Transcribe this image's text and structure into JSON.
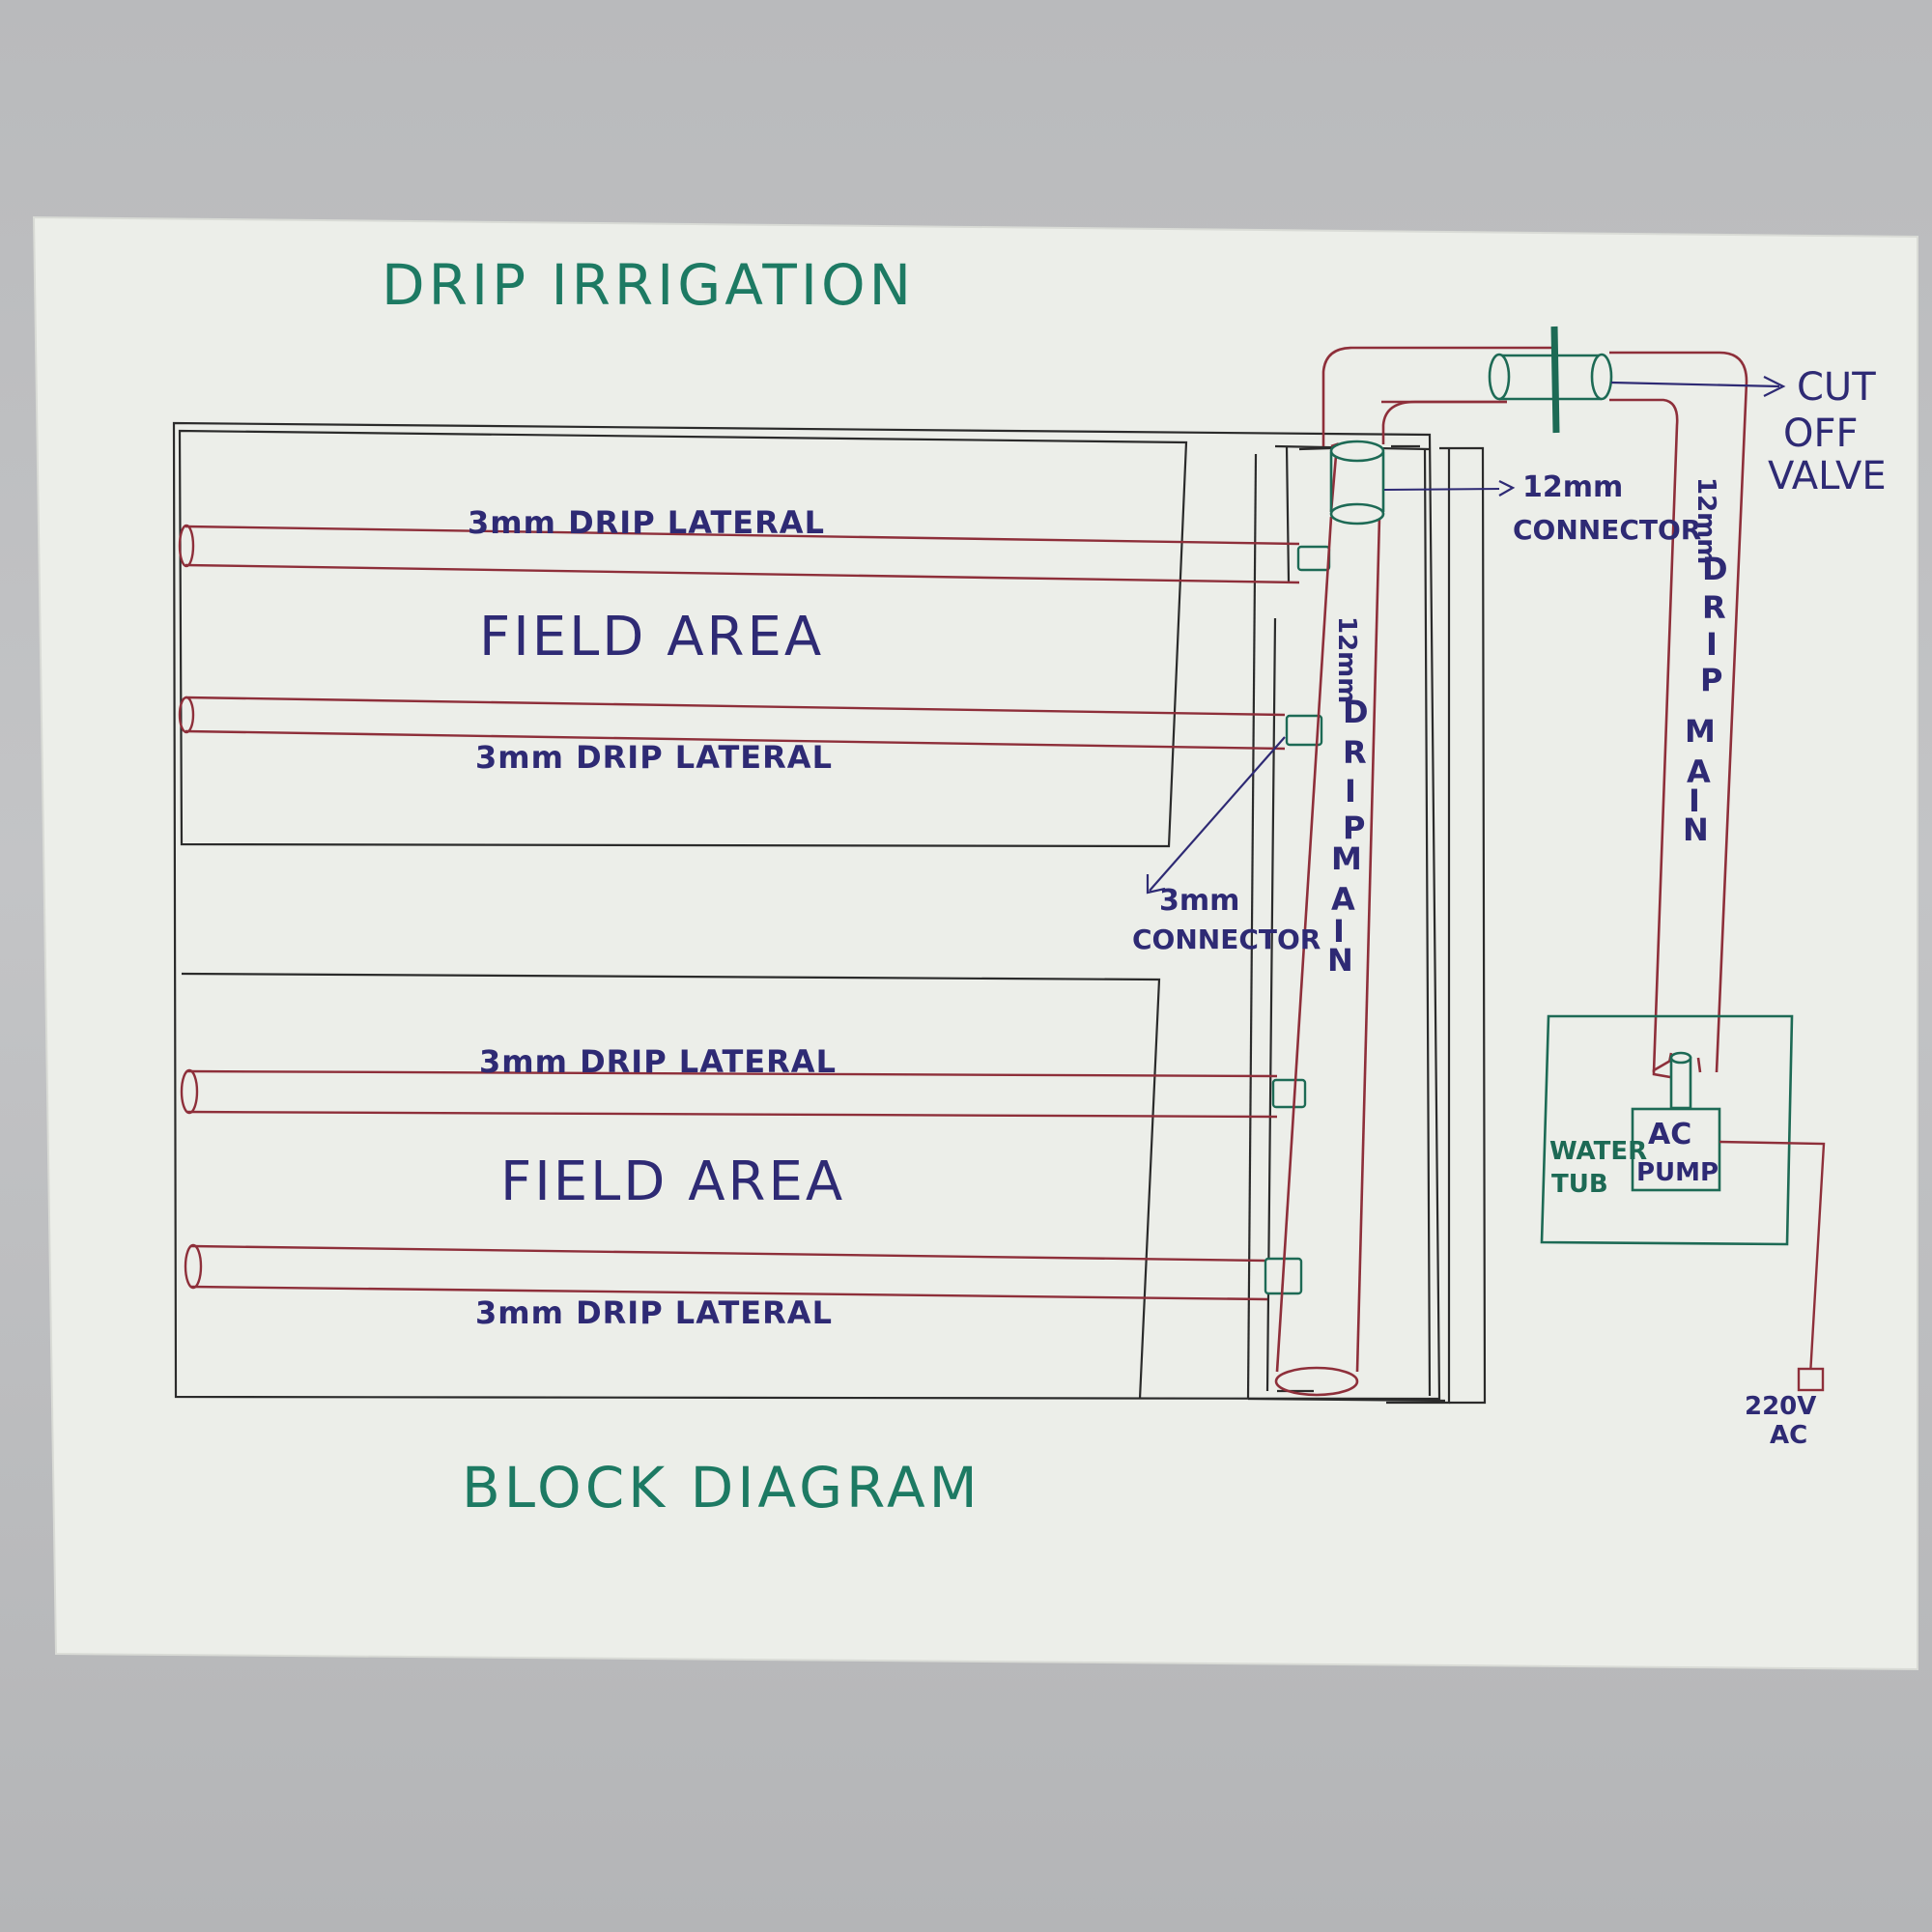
{
  "diagram": {
    "title": "DRIP IRRIGATION",
    "caption": "BLOCK DIAGRAM",
    "field_labels": [
      "FIELD AREA",
      "FIELD AREA"
    ],
    "laterals": [
      {
        "label": "3mm DRIP LATERAL"
      },
      {
        "label": "3mm DRIP LATERAL"
      },
      {
        "label": "3mm DRIP LATERAL"
      },
      {
        "label": "3mm DRIP LATERAL"
      }
    ],
    "connector_3mm": {
      "line1": "3mm",
      "line2": "CONNECTOR"
    },
    "connector_12mm": {
      "line1": "12mm",
      "line2": "CONNECTOR"
    },
    "main_left": {
      "size": "12mm",
      "chars": [
        "D",
        "R",
        "I",
        "P",
        " ",
        "M",
        "A",
        "I",
        "N"
      ]
    },
    "main_right": {
      "size": "12mm",
      "chars": [
        "D",
        "R",
        "I",
        "P",
        " ",
        "M",
        "A",
        "I",
        "N"
      ]
    },
    "cut_off_valve": {
      "line1": "CUT",
      "line2": "OFF",
      "line3": "VALVE"
    },
    "water_tub": {
      "line1": "WATER",
      "line2": "TUB"
    },
    "pump": {
      "line1": "AC",
      "line2": "PUMP"
    },
    "power": {
      "line1": "220V",
      "line2": "AC"
    },
    "colors": {
      "paper": "#eceee9",
      "pipe": "#8e2f3a",
      "ink_black": "#2b2b2b",
      "ink_blue": "#2e2a74",
      "ink_green": "#1d7a63"
    }
  }
}
